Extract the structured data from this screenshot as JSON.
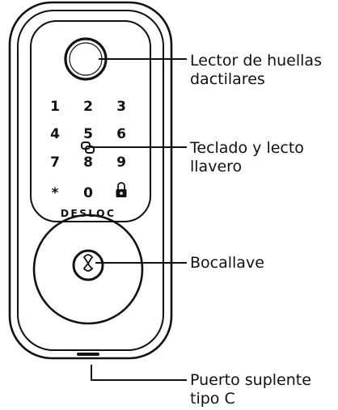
{
  "device": {
    "brand": "DESLOC",
    "keypad": {
      "keys": [
        "1",
        "2",
        "3",
        "4",
        "5",
        "6",
        "7",
        "8",
        "9",
        "*",
        "0"
      ],
      "lock_key_icon": "padlock-icon"
    },
    "fingerprint_icon": "fingerprint-reader-icon",
    "keyhole_icon": "keyhole-icon"
  },
  "callouts": {
    "fingerprint": {
      "line1": "Lector de huellas",
      "line2": "dactilares"
    },
    "keypad": {
      "line1": "Teclado y lecto",
      "line2": "llavero"
    },
    "keyhole": {
      "line1": "Bocallave"
    },
    "usb_port": {
      "line1": "Puerto suplente",
      "line2": "tipo C"
    }
  },
  "colors": {
    "outline": "#111111",
    "background": "#ffffff"
  }
}
